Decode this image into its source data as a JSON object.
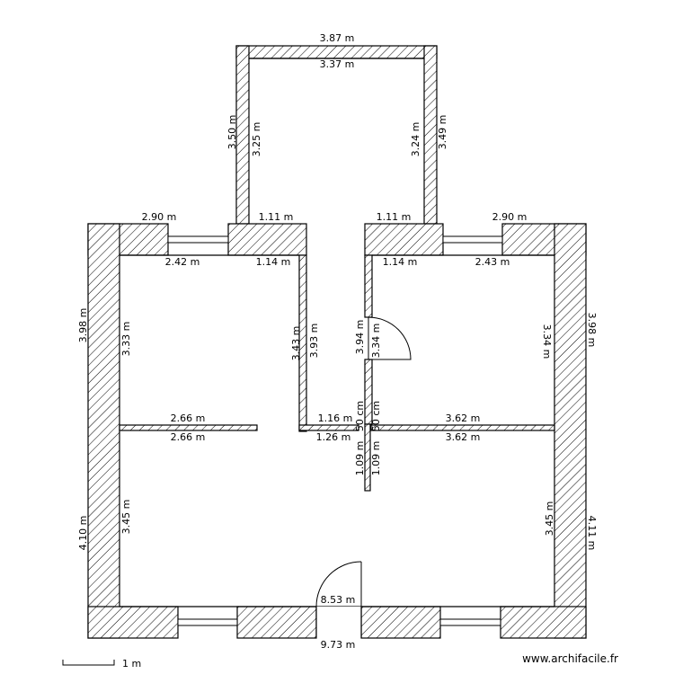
{
  "dimensions": {
    "top_outer": "3.87 m",
    "top_inner": "3.37 m",
    "top_left_outer": "3.50 m",
    "top_left_inner": "3.25 m",
    "top_right_inner": "3.24 m",
    "top_right_outer": "3.49 m",
    "wall_left_outer": "2.90 m",
    "wall_left_mid": "1.11 m",
    "wall_right_mid": "1.11 m",
    "wall_right_outer": "2.90 m",
    "nw_inner_width": "2.42 m",
    "nw_inner_right": "1.14 m",
    "ne_inner_left": "1.14 m",
    "ne_inner_width": "2.43 m",
    "left_outer_upper": "3.98 m",
    "left_inner_upper": "3.33 m",
    "corr_left_outer": "3.43 m",
    "corr_left_inner": "3.93 m",
    "corr_right_inner": "3.94 m",
    "corr_right_outer": "3.34 m",
    "ne_inner_height": "3.34 m",
    "right_outer_upper": "3.98 m",
    "part_left_top": "2.66 m",
    "part_left_bottom": "2.66 m",
    "corr_bottom_top": "1.16 m",
    "corr_bottom_bottom": "1.26 m",
    "doorway_a": "50 cm",
    "doorway_b": "50 cm",
    "part_right_top": "3.62 m",
    "part_right_bottom": "3.62 m",
    "stub_a": "1.09 m",
    "stub_b": "1.09 m",
    "left_outer_lower": "4.10 m",
    "left_inner_lower": "3.45 m",
    "right_inner_lower": "3.45 m",
    "right_outer_lower": "4.11 m",
    "bottom_inner": "8.53 m",
    "bottom_outer": "9.73 m"
  },
  "scale_label": "1 m",
  "watermark": "www.archifacile.fr"
}
